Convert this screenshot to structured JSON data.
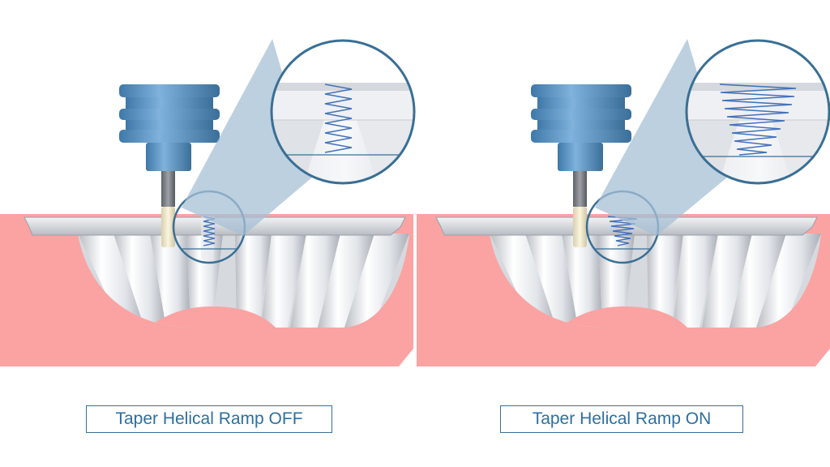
{
  "panels": [
    {
      "caption": "Taper Helical Ramp OFF",
      "ramp": "straight"
    },
    {
      "caption": "Taper Helical Ramp ON",
      "ramp": "taper"
    }
  ],
  "colors": {
    "stock": "#fba3a2",
    "spindle": "#5c95c2",
    "helix": "#4472b8",
    "callout": "#a7c0d6",
    "outline": "#3a6f95",
    "caption": "#2f6f9e"
  },
  "icons": [
    "spindle-holder-icon",
    "end-mill-icon",
    "helix-path-icon",
    "magnifier-callout-icon"
  ]
}
